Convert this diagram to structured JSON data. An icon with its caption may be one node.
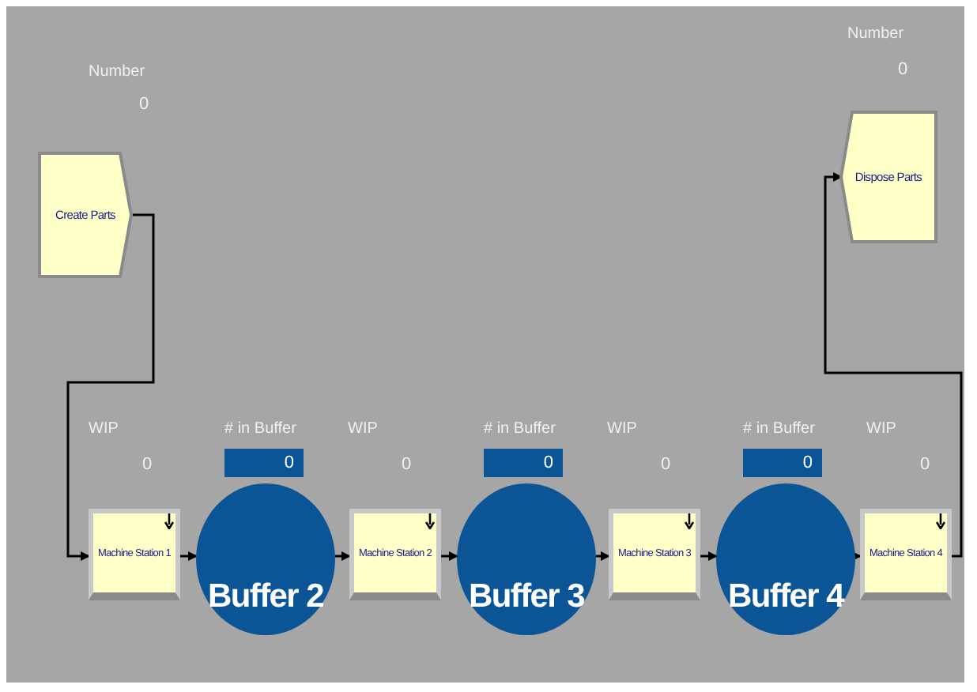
{
  "diagram": {
    "nodes": [
      {
        "text": [
          "Create Parts"
        ],
        "beside": [
          "Number",
          "0"
        ]
      },
      {
        "text": [
          "Machine Station 1"
        ],
        "beside": [
          "WIP",
          "0"
        ]
      },
      {
        "text": [
          "Buffer 2"
        ],
        "beside": [
          "# in Buffer",
          "0"
        ]
      },
      {
        "text": [
          "Machine Station 2"
        ],
        "beside": [
          "WIP",
          "0"
        ]
      },
      {
        "text": [
          "Buffer 3"
        ],
        "beside": [
          "# in Buffer",
          "0"
        ]
      },
      {
        "text": [
          "Machine Station 3"
        ],
        "beside": [
          "WIP",
          "0"
        ]
      },
      {
        "text": [
          "Buffer 4"
        ],
        "beside": [
          "# in Buffer",
          "0"
        ]
      },
      {
        "text": [
          "Machine Station 4"
        ],
        "beside": [
          "WIP",
          "0"
        ]
      },
      {
        "text": [
          "Dispose Parts"
        ],
        "beside": [
          "Number",
          "0"
        ]
      }
    ],
    "edges": [
      {
        "from": 0,
        "to": 1,
        "arrow": "to"
      },
      {
        "from": 1,
        "to": 2,
        "arrow": "to"
      },
      {
        "from": 2,
        "to": 3,
        "arrow": "to"
      },
      {
        "from": 3,
        "to": 4,
        "arrow": "to"
      },
      {
        "from": 4,
        "to": 5,
        "arrow": "to"
      },
      {
        "from": 5,
        "to": 6,
        "arrow": "to"
      },
      {
        "from": 6,
        "to": 7,
        "arrow": "to"
      },
      {
        "from": 7,
        "to": 8,
        "arrow": "to"
      }
    ]
  }
}
